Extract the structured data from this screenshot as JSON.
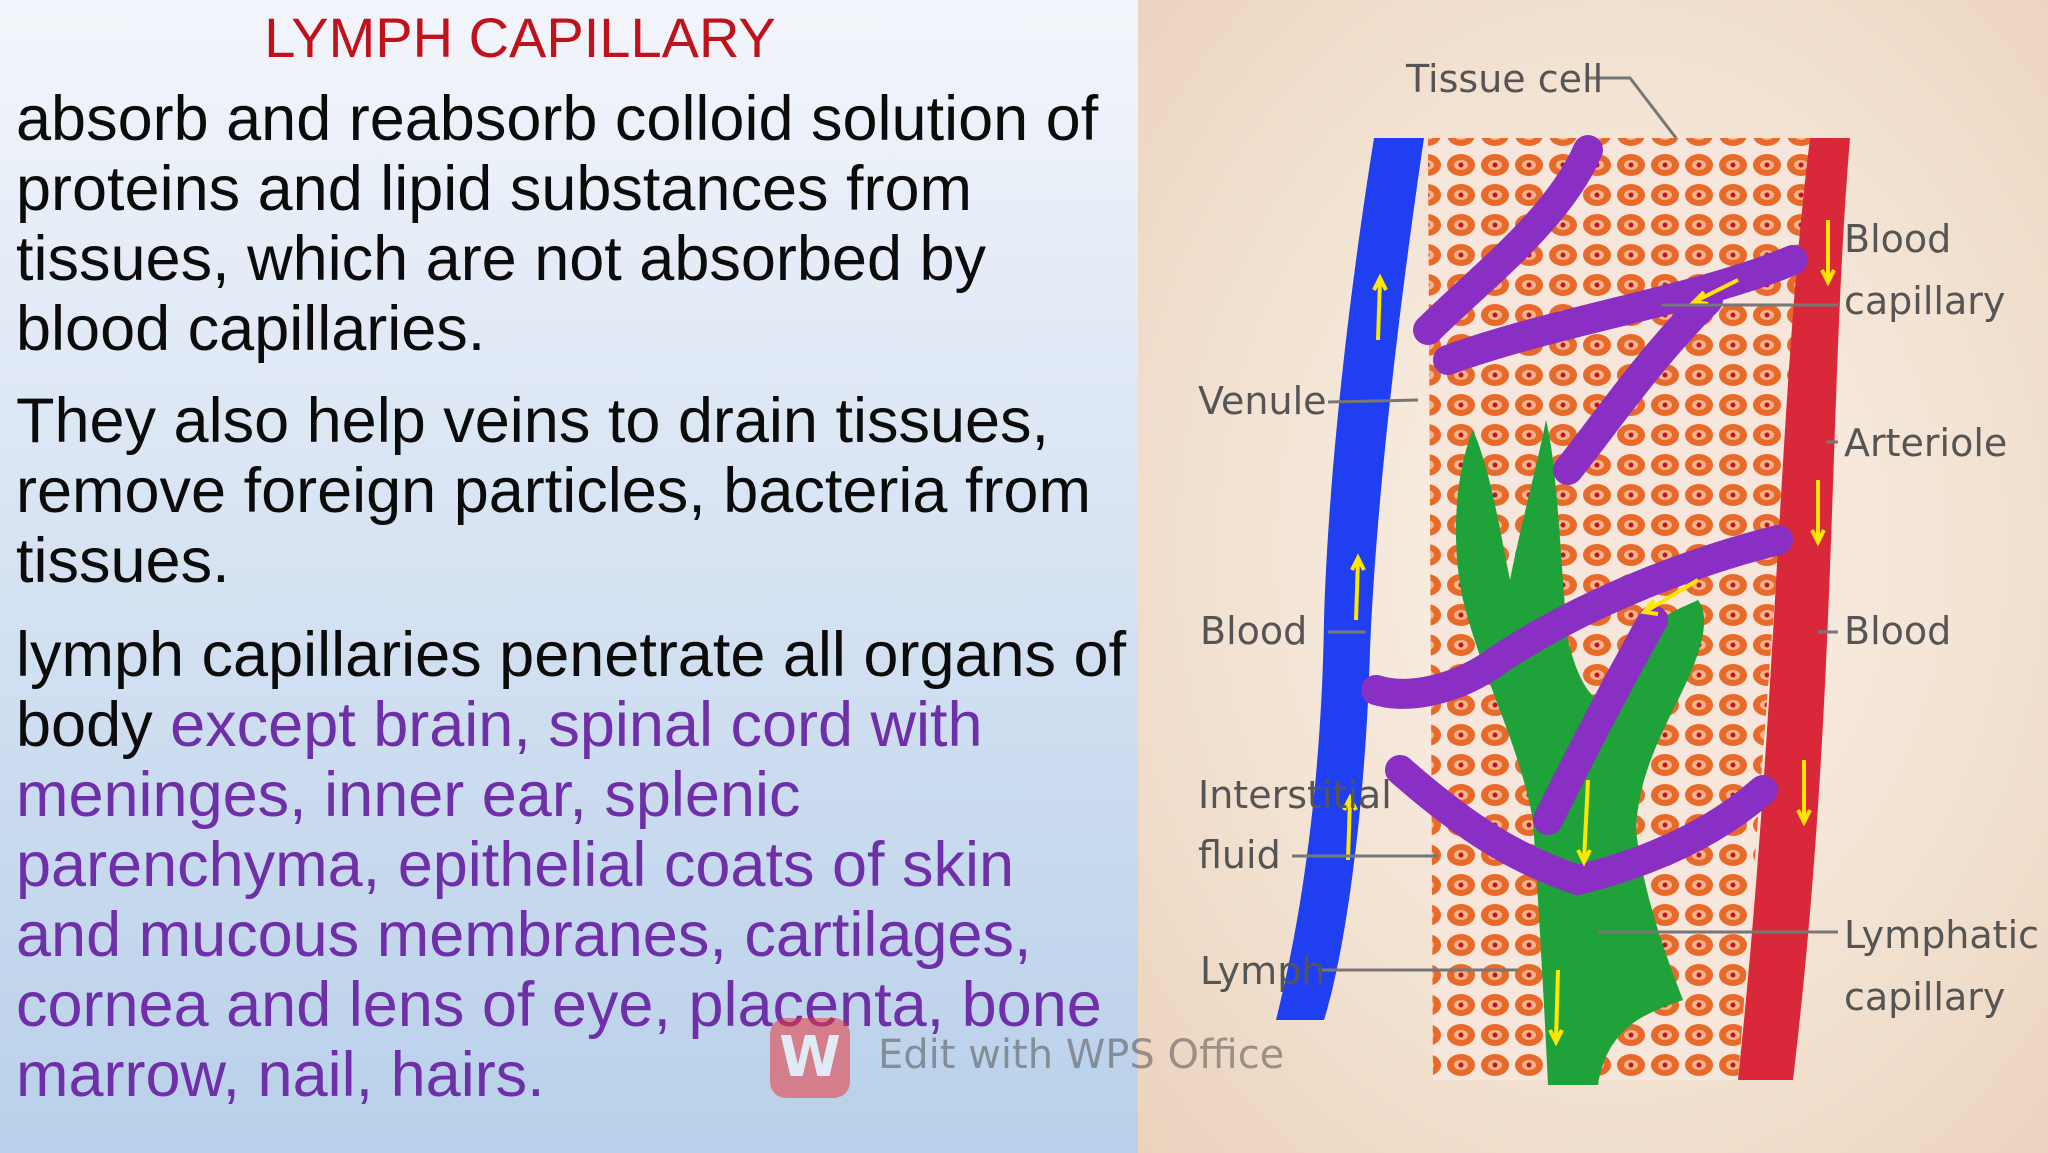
{
  "slide": {
    "title": "LYMPH CAPILLARY",
    "paragraph1": "absorb and reabsorb colloid solution of proteins and lipid substances from tissues, which are not absorbed by blood capillaries.",
    "paragraph2": "They also help veins to drain tissues, remove foreign particles, bacteria from tissues.",
    "paragraph3_plain": "lymph capillaries penetrate all organs of body ",
    "paragraph3_highlight": "except brain, spinal cord with meninges, inner ear, splenic parenchyma, epithelial coats of skin and mucous membranes, cartilages, cornea and lens of eye, placenta, bone marrow, nail, hairs.",
    "highlight_color": "#6f2fa8",
    "title_color": "#c0121b"
  },
  "diagram": {
    "labels": {
      "tissue_cell": "Tissue cell",
      "blood_capillary_1": "Blood",
      "blood_capillary_2": "capillary",
      "venule": "Venule",
      "arteriole": "Arteriole",
      "blood_left": "Blood",
      "blood_right": "Blood",
      "interstitial_1": "Interstitial",
      "interstitial_2": "fluid",
      "lymph": "Lymph",
      "lymphatic_1": "Lymphatic",
      "lymphatic_2": "capillary"
    },
    "colors": {
      "venule": "#1f3ff0",
      "arteriole": "#d8283a",
      "capillary": "#8a2fc4",
      "lymphatic": "#1fa23a",
      "tissue": "#e86a2a",
      "flow_arrow": "#ffe600"
    }
  },
  "watermark": {
    "logo_glyph": "W",
    "text": "Edit with WPS Office",
    "logo_color": "#e8383d"
  }
}
